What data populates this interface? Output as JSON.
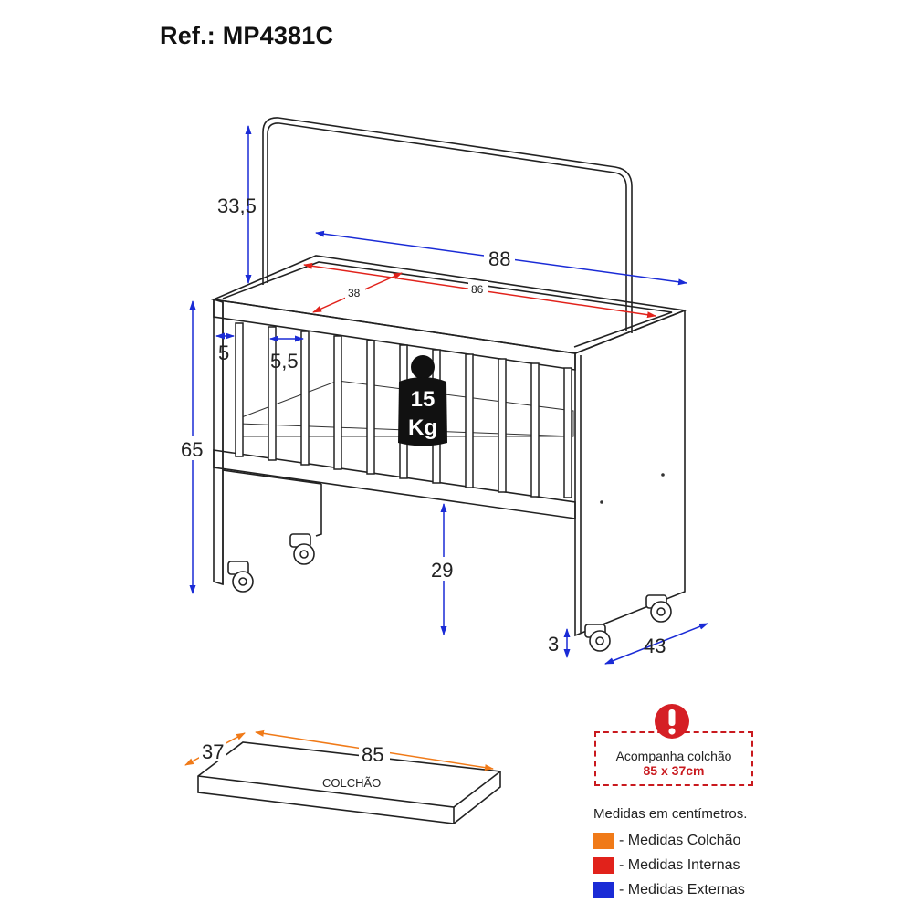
{
  "title": "Ref.: MP4381C",
  "dimensions": {
    "canopy_height": "33,5",
    "external_length": "88",
    "internal_width": "38",
    "internal_length": "86",
    "side_thickness": "5",
    "slat_spacing": "5,5",
    "total_height": "65",
    "floor_clearance": "29",
    "wheel_height": "3",
    "external_depth": "43"
  },
  "weight_badge": {
    "line1": "15",
    "line2": "Kg"
  },
  "mattress": {
    "label": "COLCHÃO",
    "width": "37",
    "length": "85"
  },
  "notice": {
    "text": "Acompanha colchão",
    "size": "85 x 37cm"
  },
  "legend": {
    "heading": "Medidas em centímetros.",
    "items": [
      {
        "label": "- Medidas Colchão",
        "color": "#f07a18"
      },
      {
        "label": "- Medidas Internas",
        "color": "#e1221b"
      },
      {
        "label": "- Medidas Externas",
        "color": "#1a2bd6"
      }
    ]
  },
  "colors": {
    "external": "#1a2bd6",
    "internal": "#e1221b",
    "mattress": "#f07a18",
    "warning": "#c9191e"
  }
}
